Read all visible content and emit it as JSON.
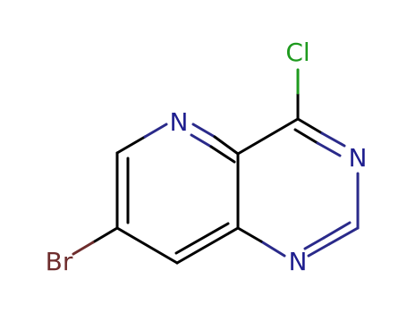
{
  "molecule": {
    "atoms": [
      {
        "id": "N_pyr",
        "label": "N",
        "color": "#1f1f8f"
      },
      {
        "id": "Cl",
        "label": "Cl",
        "color": "#1e9a1e"
      },
      {
        "id": "N_3",
        "label": "N",
        "color": "#1f1f8f"
      },
      {
        "id": "N_1",
        "label": "N",
        "color": "#1f1f8f"
      },
      {
        "id": "Br",
        "label": "Br",
        "color": "#6e2d2d"
      }
    ],
    "bond_color": "#000000",
    "hetero_bond_color": "#2a2a8a"
  }
}
